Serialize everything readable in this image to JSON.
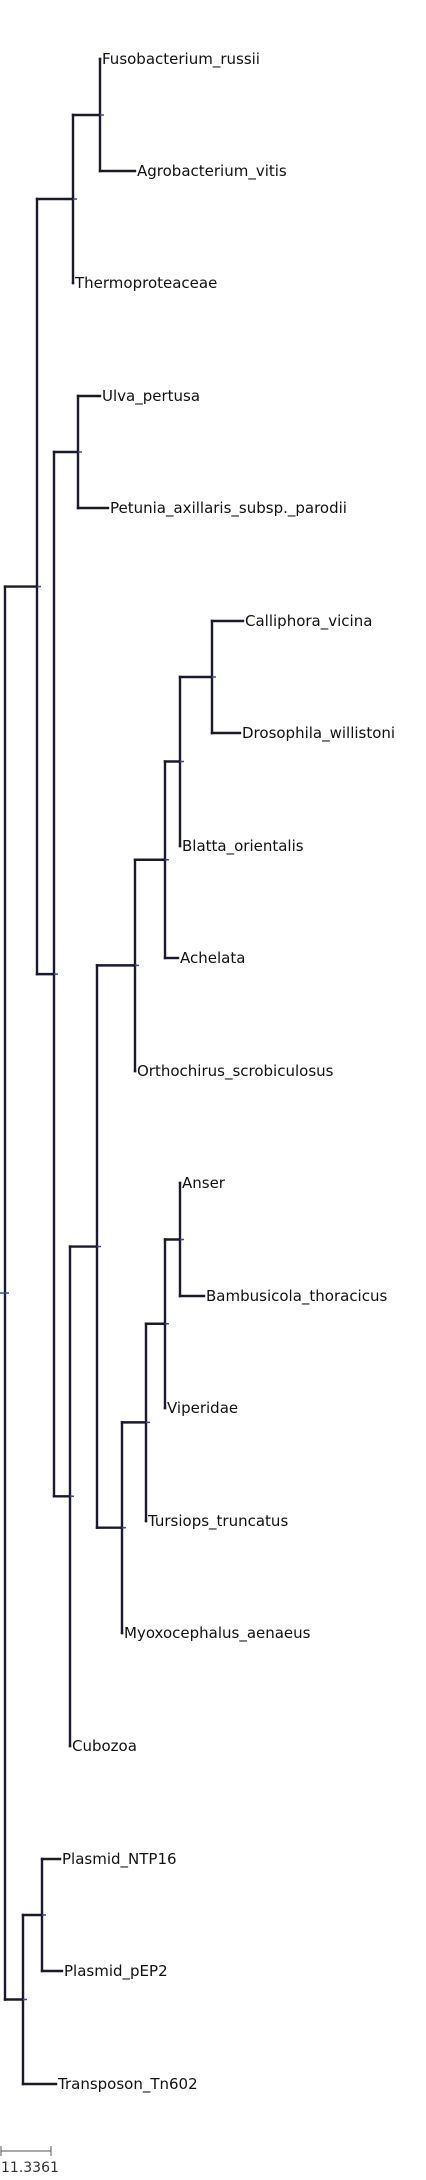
{
  "tree": {
    "leaves": [
      "Fusobacterium_russii",
      "Agrobacterium_vitis",
      "Thermoproteaceae",
      "Ulva_pertusa",
      "Petunia_axillaris_subsp._parodii",
      "Calliphora_vicina",
      "Drosophila_willistoni",
      "Blatta_orientalis",
      "Achelata",
      "Orthochirus_scrobiculosus",
      "Anser",
      "Bambusicola_thoracicus",
      "Viperidae",
      "Tursiops_truncatus",
      "Myoxocephalus_aenaeus",
      "Cubozoa",
      "Plasmid_NTP16",
      "Plasmid_pEP2",
      "Transposon_Tn602"
    ],
    "line_color": "#1a1a2e",
    "node_color": "#3a4a9a"
  },
  "scale_bar": {
    "label": "11.3361"
  }
}
